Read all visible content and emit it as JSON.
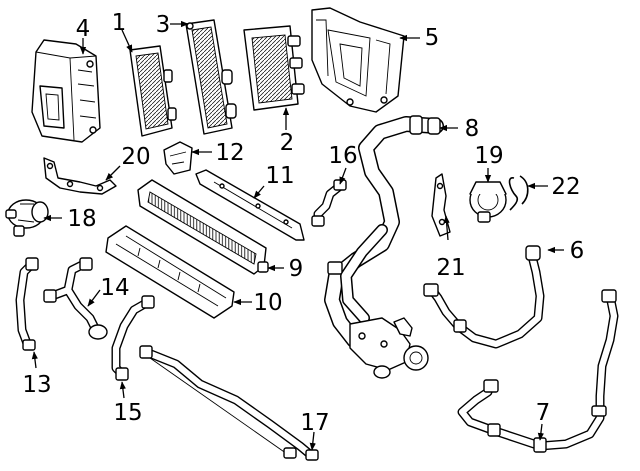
{
  "diagram": {
    "callouts": [
      {
        "id": "c1",
        "text": "1"
      },
      {
        "id": "c2",
        "text": "2"
      },
      {
        "id": "c3",
        "text": "3"
      },
      {
        "id": "c4",
        "text": "4"
      },
      {
        "id": "c5",
        "text": "5"
      },
      {
        "id": "c6",
        "text": "6"
      },
      {
        "id": "c7",
        "text": "7"
      },
      {
        "id": "c8",
        "text": "8"
      },
      {
        "id": "c9",
        "text": "9"
      },
      {
        "id": "c10",
        "text": "10"
      },
      {
        "id": "c11",
        "text": "11"
      },
      {
        "id": "c12",
        "text": "12"
      },
      {
        "id": "c13",
        "text": "13"
      },
      {
        "id": "c14",
        "text": "14"
      },
      {
        "id": "c15",
        "text": "15"
      },
      {
        "id": "c16",
        "text": "16"
      },
      {
        "id": "c17",
        "text": "17"
      },
      {
        "id": "c18",
        "text": "18"
      },
      {
        "id": "c19",
        "text": "19"
      },
      {
        "id": "c20",
        "text": "20"
      },
      {
        "id": "c21",
        "text": "21"
      },
      {
        "id": "c22",
        "text": "22"
      }
    ],
    "colors": {
      "ink": "#000000",
      "paper": "#ffffff"
    }
  }
}
